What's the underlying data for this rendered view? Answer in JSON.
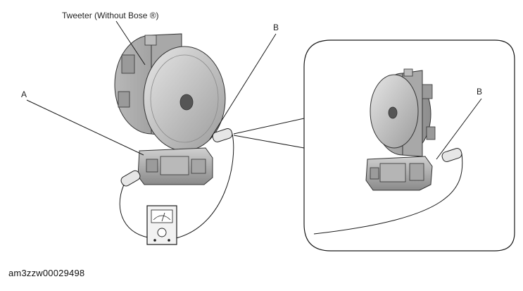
{
  "labels": {
    "tweeter": "Tweeter (Without Bose ®)",
    "a": "A",
    "b_main": "B",
    "b_detail": "B"
  },
  "figure_id": "am3zzw00029498",
  "colors": {
    "line": "#1a1a1a",
    "body_light": "#d4d4d4",
    "body_mid": "#a9a9a9",
    "body_dark": "#7d7d7d",
    "probe": "#e6e6e6",
    "meter_face": "#f2f2f2"
  }
}
